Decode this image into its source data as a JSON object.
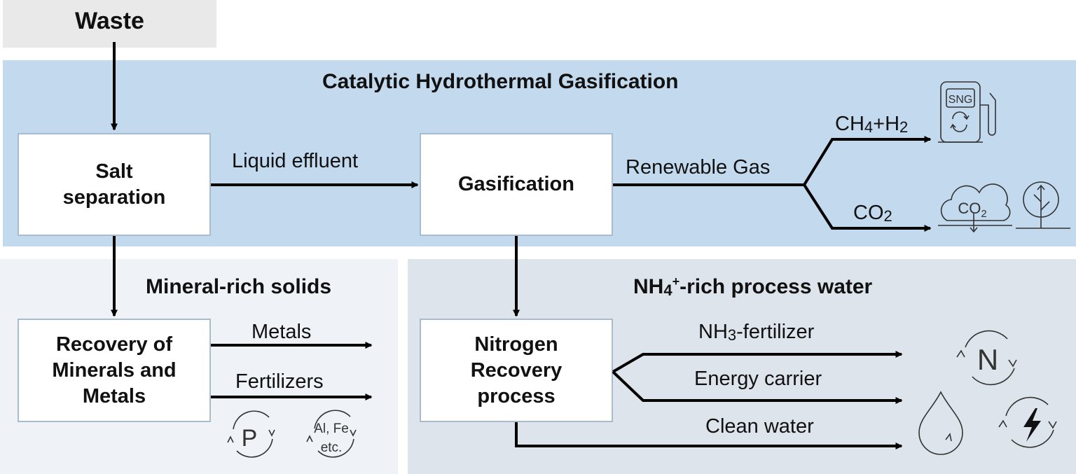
{
  "colors": {
    "waste_bg": "#e9e9e9",
    "chg_band": "#c2d9ee",
    "mineral_panel": "#eff3f7",
    "nitrogen_panel": "#dde4eb",
    "box_border": "#a9bccd",
    "arrow": "#000000"
  },
  "waste": "Waste",
  "chg_title": "Catalytic Hydrothermal Gasification",
  "boxes": {
    "salt_line1": "Salt",
    "salt_line2": "separation",
    "gasification": "Gasification",
    "minerals_line1": "Recovery of",
    "minerals_line2": "Minerals and",
    "minerals_line3": "Metals",
    "nitrogen_line1": "Nitrogen",
    "nitrogen_line2": "Recovery",
    "nitrogen_line3": "process"
  },
  "edges": {
    "liquid_effluent": "Liquid effluent",
    "renewable_gas": "Renewable Gas",
    "ch4_a": "CH",
    "ch4_sub": "4",
    "ch4_b": "+H",
    "h2_sub": "2",
    "co2_a": "CO",
    "co2_sub": "2",
    "metals": "Metals",
    "fertilizers": "Fertilizers",
    "nh3_a": "NH",
    "nh3_sub": "3",
    "nh3_b": "-fertilizer",
    "energy_carrier": "Energy carrier",
    "clean_water": "Clean water"
  },
  "sections": {
    "mineral_solids": "Mineral-rich solids",
    "nh4_a": "NH",
    "nh4_sub": "4",
    "nh4_sup": "+",
    "nh4_b": "-rich process water"
  },
  "icons": {
    "sng_label": "SNG",
    "co2_cloud_a": "CO",
    "co2_cloud_sub": "2",
    "phosphorus": "P",
    "alfe_line1": "Al, Fe",
    "alfe_line2": "etc.",
    "nitrogen": "N"
  }
}
